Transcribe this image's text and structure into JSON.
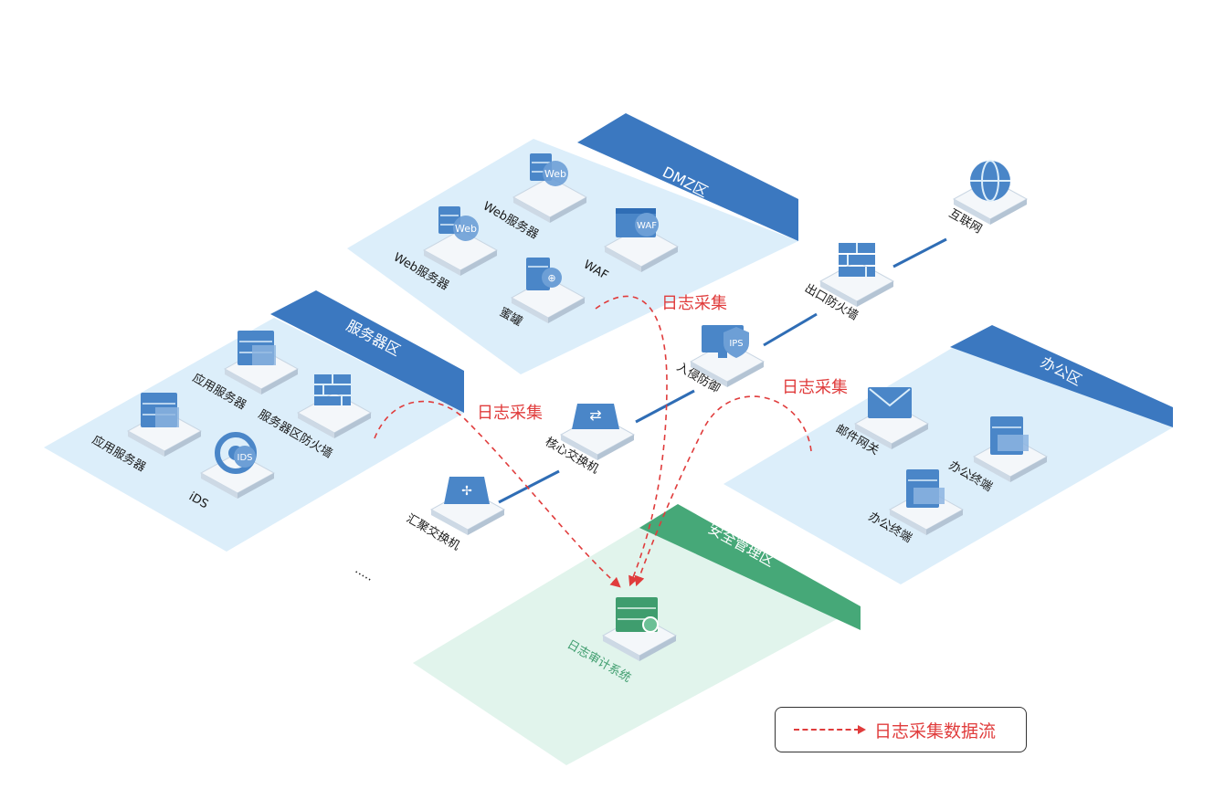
{
  "zones": {
    "dmz": "DMZ区",
    "server": "服务器区",
    "office": "办公区",
    "security": "安全管理区"
  },
  "devices": {
    "web1": "Web服务器",
    "web2": "Web服务器",
    "waf": "WAF",
    "honeypot": "蜜罐",
    "app1": "应用服务器",
    "app2": "应用服务器",
    "server_fw": "服务器区防火墙",
    "ids": "iDS",
    "internet": "互联网",
    "exit_fw": "出口防火墙",
    "ips": "入侵防御",
    "core_switch": "核心交换机",
    "agg_switch": "汇聚交换机",
    "mail_gw": "邮件网关",
    "office_term1": "办公终端",
    "office_term2": "办公终端",
    "log_audit": "日志审计系统",
    "more": "....."
  },
  "icon_texts": {
    "web": "Web",
    "waf": "WAF",
    "ips": "IPS",
    "ids": "IDS"
  },
  "flows": {
    "label1": "日志采集",
    "label2": "日志采集",
    "label3": "日志采集"
  },
  "legend": {
    "text": "日志采集数据流"
  },
  "colors": {
    "zone_fill": "#dceefa",
    "zone_header": "#3b78c0",
    "security_fill": "#e1f4ec",
    "security_header": "#46a878",
    "device_blue": "#4a86c8",
    "device_green": "#3f9d6e",
    "link": "#2f6db5",
    "flow": "#e03c3c"
  }
}
